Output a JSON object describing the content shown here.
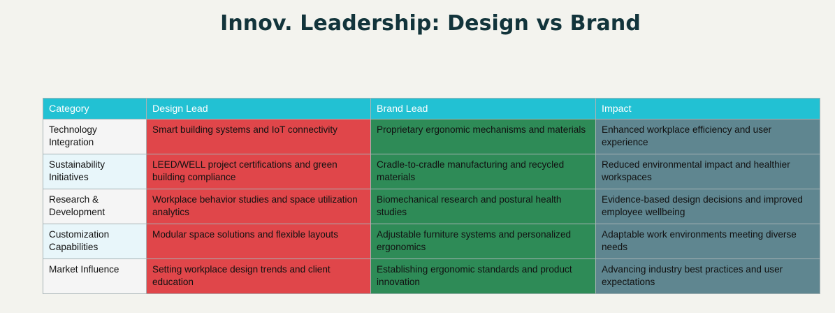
{
  "title": "Innov. Leadership: Design vs Brand",
  "colors": {
    "header_bg": "#22c1d3",
    "design_lead": "#e0464a",
    "brand_lead": "#2e8b57",
    "impact": "#5f8690",
    "category_light": "#f5f5f5",
    "category_cyan": "#e8f6fa",
    "title": "#12343b"
  },
  "chart_data": {
    "type": "table",
    "title": "Innov. Leadership: Design vs Brand",
    "columns": [
      "Category",
      "Design Lead",
      "Brand Lead",
      "Impact"
    ],
    "rows": [
      {
        "category": "Technology Integration",
        "design_lead": "Smart building systems and IoT connectivity",
        "brand_lead": "Proprietary ergonomic mechanisms and materials",
        "impact": "Enhanced workplace efficiency and user experience"
      },
      {
        "category": "Sustainability Initiatives",
        "design_lead": "LEED/WELL project certifications and green building compliance",
        "brand_lead": "Cradle-to-cradle manufacturing and recycled materials",
        "impact": "Reduced environmental impact and healthier workspaces"
      },
      {
        "category": "Research & Development",
        "design_lead": "Workplace behavior studies and space utilization analytics",
        "brand_lead": "Biomechanical research and postural health studies",
        "impact": "Evidence-based design decisions and improved employee wellbeing"
      },
      {
        "category": "Customization Capabilities",
        "design_lead": "Modular space solutions and flexible layouts",
        "brand_lead": "Adjustable furniture systems and personalized ergonomics",
        "impact": "Adaptable work environments meeting diverse needs"
      },
      {
        "category": "Market Influence",
        "design_lead": "Setting workplace design trends and client education",
        "brand_lead": "Establishing ergonomic standards and product innovation",
        "impact": "Advancing industry best practices and user expectations"
      }
    ]
  }
}
